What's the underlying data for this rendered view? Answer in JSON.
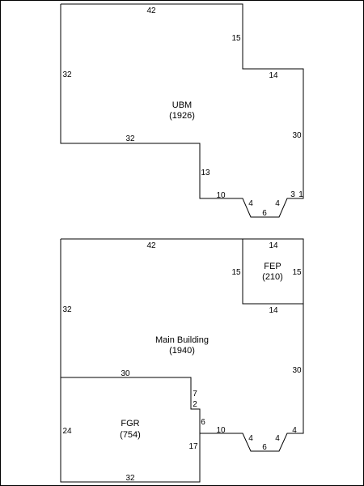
{
  "sketch_top": {
    "area": {
      "name": "UBM",
      "sqft": "(1926)"
    },
    "dimensions": {
      "top": "42",
      "upper_right_vertical": "15",
      "right_step": "14",
      "left": "32",
      "right": "30",
      "bottom_left": "32",
      "inner_vertical": "13",
      "bottom_mid": "10",
      "bay_left": "4",
      "bay_bottom": "6",
      "bay_right": "4",
      "end_3": "3",
      "end_1": "1"
    }
  },
  "sketch_bottom": {
    "main": {
      "name": "Main Building",
      "sqft": "(1940)"
    },
    "fep": {
      "name": "FEP",
      "sqft": "(210)"
    },
    "fgr": {
      "name": "FGR",
      "sqft": "(754)"
    },
    "dimensions": {
      "top": "42",
      "fep_top": "14",
      "fep_left": "15",
      "fep_right": "15",
      "fep_bottom": "14",
      "main_left": "32",
      "main_right": "30",
      "fgr_top": "30",
      "notch_7": "7",
      "notch_2": "2",
      "notch_6": "6",
      "fgr_left": "24",
      "fgr_right": "17",
      "fgr_bottom": "32",
      "bottom_mid": "10",
      "bay_left": "4",
      "bay_bottom": "6",
      "bay_right": "4",
      "end_4": "4"
    }
  }
}
